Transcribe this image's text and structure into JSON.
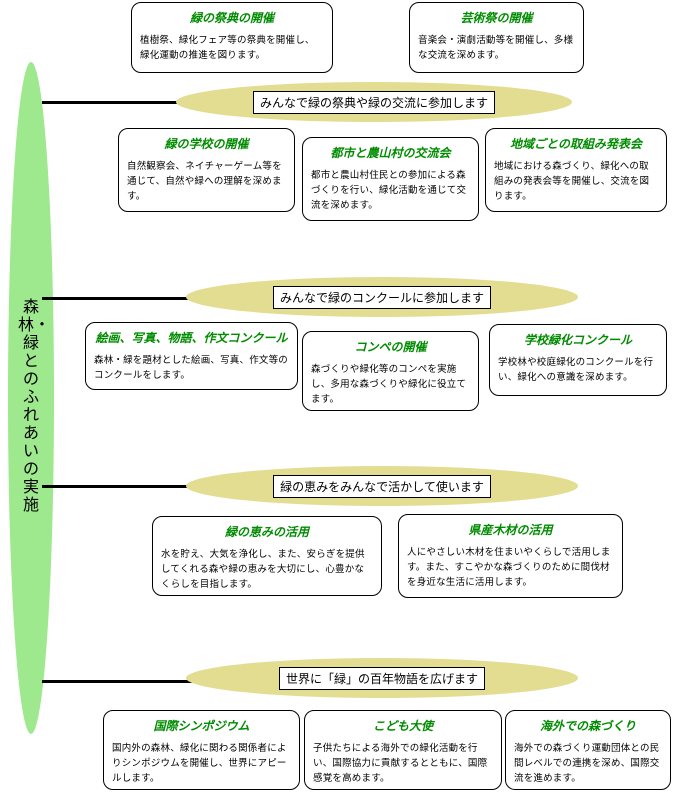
{
  "spine_label": "森林・緑とのふれあいの実施",
  "themes": [
    "みんなで緑の祭典や緑の交流に参加します",
    "みんなで緑のコンクールに参加します",
    "緑の恵みをみんなで活かして使います",
    "世界に「緑」の百年物語を広げます"
  ],
  "cards": [
    {
      "title": "緑の祭典の開催",
      "body": "植樹祭、緑化フェア等の祭典を開催し、緑化運動の推進を図ります。"
    },
    {
      "title": "芸術祭の開催",
      "body": "音楽会・演劇活動等を開催し、多様な交流を深めます。"
    },
    {
      "title": "緑の学校の開催",
      "body": "自然観察会、ネイチャーゲーム等を通じて、自然や緑への理解を深めます。"
    },
    {
      "title": "都市と農山村の交流会",
      "body": "都市と農山村住民との参加による森づくりを行い、緑化活動を通じて交流を深めます。"
    },
    {
      "title": "地域ごとの取組み発表会",
      "body": "地域における森づくり、緑化への取組みの発表会等を開催し、交流を図ります。"
    },
    {
      "title": "絵画、写真、物語、作文コンクール",
      "body": "森林・緑を題材とした絵画、写真、作文等のコンクールをします。"
    },
    {
      "title": "コンペの開催",
      "body": "森づくりや緑化等のコンペを実施し、多用な森づくりや緑化に役立てます。"
    },
    {
      "title": "学校緑化コンクール",
      "body": "学校林や校庭緑化のコンクールを行い、緑化への意識を深めます。"
    },
    {
      "title": "緑の恵みの活用",
      "body": "水を貯え、大気を浄化し、また、安らぎを提供してくれる森や緑の恵みを大切にし、心豊かなくらしを目指します。"
    },
    {
      "title": "県産木材の活用",
      "body": "人にやさしい木材を住まいやくらしで活用します。また、すこやかな森づくりのために間伐材を身近な生活に活用します。"
    },
    {
      "title": "国際シンポジウム",
      "body": "国内外の森林、緑化に関わる関係者によりシンポジウムを開催し、世界にアピールします。"
    },
    {
      "title": "こども大使",
      "body": "子供たちによる海外での緑化活動を行い、国際協力に貢献するとともに、国際感覚を高めます。"
    },
    {
      "title": "海外での森づくり",
      "body": "海外での森づくり運動団体との民間レベルでの連携を深め、国際交流を進めます。"
    }
  ]
}
